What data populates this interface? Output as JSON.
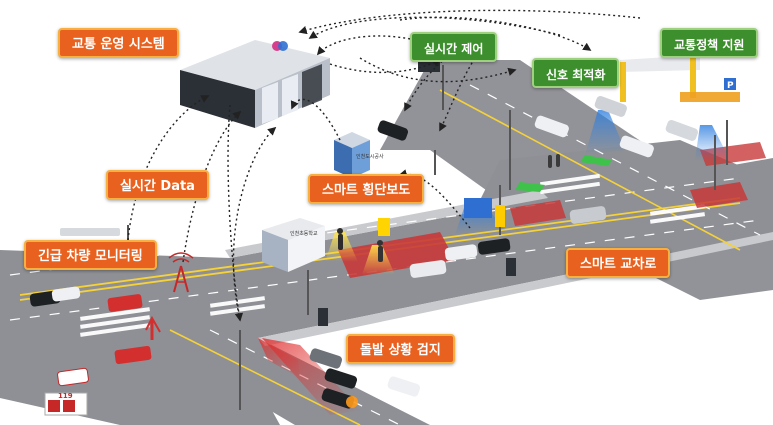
{
  "labels": {
    "traffic_operation_system": "교통 운영 시스템",
    "realtime_data": "실시간 Data",
    "emergency_vehicle_monitoring": "긴급 차량 모니터링",
    "smart_crosswalk": "스마트 횡단보도",
    "sudden_situation_detection": "돌발 상황 검지",
    "smart_intersection": "스마트 교차로",
    "realtime_control": "실시간 제어",
    "signal_optimization": "신호 최적화",
    "traffic_policy_support": "교통정책 지원"
  },
  "building_signs": {
    "office": "인천도시공사",
    "school": "인천초등학교",
    "fire_station": "119"
  },
  "parking_sign": "P",
  "colors": {
    "label_orange": "#e8611e",
    "label_orange_border": "#f6b042",
    "label_green": "#3c8f2c",
    "road": "#8e9095",
    "crosswalk_red": "#c83a3a",
    "detection_beam": "#3d8fe0"
  }
}
